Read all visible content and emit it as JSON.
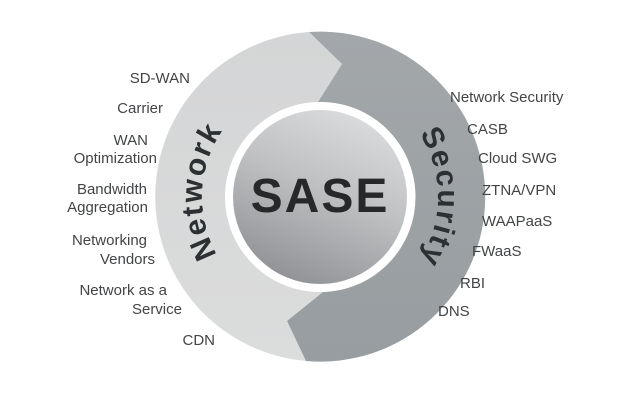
{
  "diagram": {
    "center_label": "SASE",
    "network": {
      "label": "Network",
      "items": [
        {
          "text": "SD-WAN",
          "lines": [
            "SD-WAN"
          ]
        },
        {
          "text": "Carrier",
          "lines": [
            "Carrier"
          ]
        },
        {
          "text": "WAN Optimization",
          "lines": [
            "WAN",
            "Optimization"
          ]
        },
        {
          "text": "Bandwidth Aggregation",
          "lines": [
            "Bandwidth",
            "Aggregation"
          ]
        },
        {
          "text": "Networking Vendors",
          "lines": [
            "Networking",
            "Vendors"
          ]
        },
        {
          "text": "Network as a Service",
          "lines": [
            "Network as a",
            "Service"
          ]
        },
        {
          "text": "CDN",
          "lines": [
            "CDN"
          ]
        }
      ]
    },
    "security": {
      "label": "Security",
      "items": [
        {
          "text": "Network Security",
          "lines": [
            "Network Security"
          ]
        },
        {
          "text": "CASB",
          "lines": [
            "CASB"
          ]
        },
        {
          "text": "Cloud SWG",
          "lines": [
            "Cloud SWG"
          ]
        },
        {
          "text": "ZTNA/VPN",
          "lines": [
            "ZTNA/VPN"
          ]
        },
        {
          "text": "WAAPaaS",
          "lines": [
            "WAAPaaS"
          ]
        },
        {
          "text": "FWaaS",
          "lines": [
            "FWaaS"
          ]
        },
        {
          "text": "RBI",
          "lines": [
            "RBI"
          ]
        },
        {
          "text": "DNS",
          "lines": [
            "DNS"
          ]
        }
      ]
    },
    "colors": {
      "background": "#ffffff",
      "network_arc_top": "#d4d5d6",
      "network_arc_bottom": "#dbdcdc",
      "security_arc_top": "#a3a7aa",
      "security_arc_bottom": "#979da0",
      "disk_light": "#dbdcdd",
      "disk_mid": "#bfc0c2",
      "disk_dark": "#8e9093",
      "ring_gap": "#ffffff",
      "center_text": "#26282a",
      "arc_text": "#2d3032",
      "item_text": "#424446"
    }
  }
}
